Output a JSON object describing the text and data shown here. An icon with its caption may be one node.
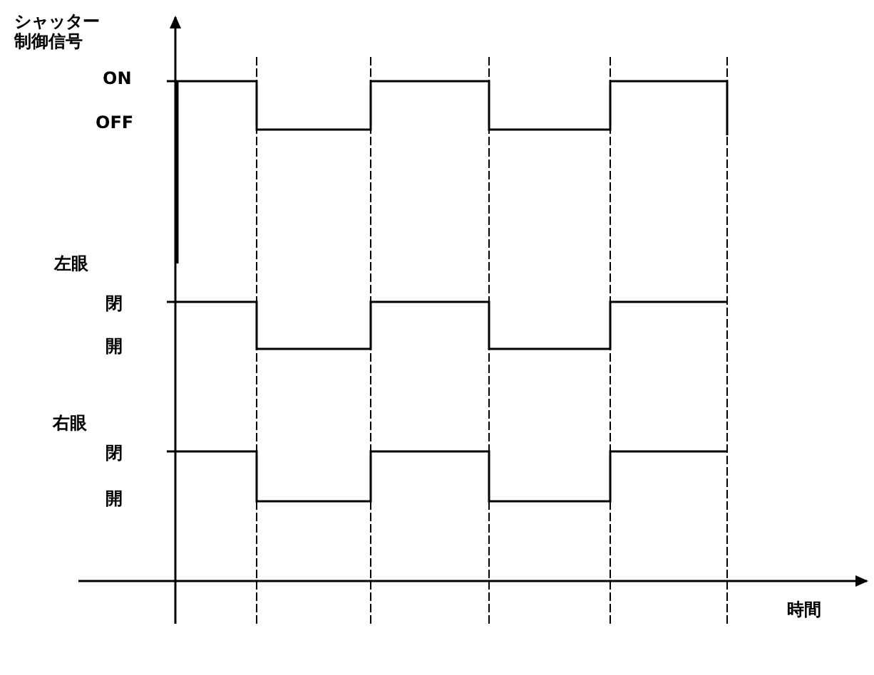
{
  "diagram": {
    "labels": [
      "シャッター制御信号",
      "ON",
      "OFF",
      "左眼",
      "閉",
      "開",
      "右眼",
      "閉",
      "開",
      "時間"
    ]
  }
}
